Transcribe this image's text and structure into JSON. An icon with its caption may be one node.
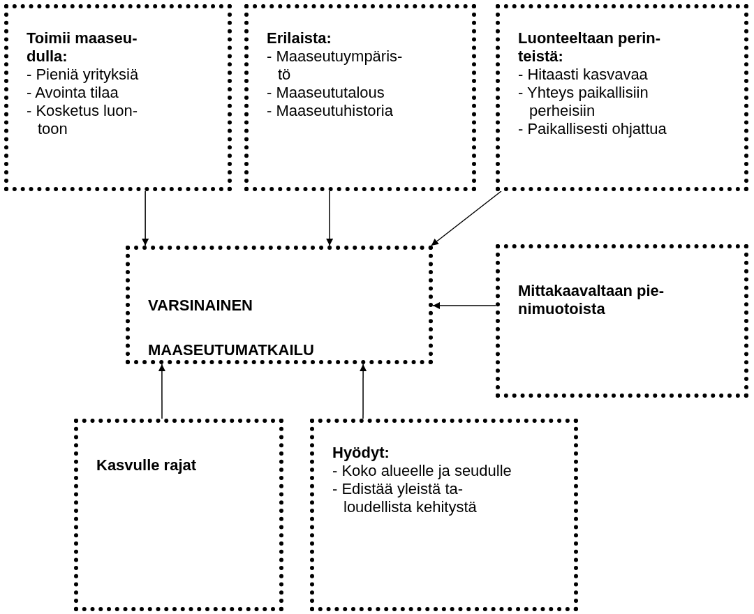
{
  "diagram": {
    "nodes": [
      {
        "text": [
          "Toimii maaseu- dulla:",
          "- Pieniä yrityksiä",
          "- Avointa tilaa",
          "- Kosketus luon- toon"
        ]
      },
      {
        "text": [
          "Erilaista:",
          "- Maaseutuympäris- tö",
          "- Maaseututalous",
          "- Maaseutuhistoria"
        ]
      },
      {
        "text": [
          "Luonteeltaan perin- teistä:",
          "- Hitaasti kasvavaa",
          "- Yhteys paikallisiin perheisiin",
          "- Paikallisesti ohjattua"
        ]
      },
      {
        "text": [
          "VARSINAINEN MAASEUTUMATKAILU"
        ]
      },
      {
        "text": [
          "Mittakaavaltaan pie- nimuotoista"
        ]
      },
      {
        "text": [
          "Kasvulle rajat"
        ]
      },
      {
        "text": [
          "Hyödyt:",
          "- Koko alueelle ja seudulle",
          "- Edistää yleistä ta- loudellista kehitystä"
        ]
      }
    ],
    "edges": [
      {
        "from": 0,
        "to": 3,
        "arrow": "to"
      },
      {
        "from": 1,
        "to": 3,
        "arrow": "to"
      },
      {
        "from": 2,
        "to": 3,
        "arrow": "to"
      },
      {
        "from": 4,
        "to": 3,
        "arrow": "to"
      },
      {
        "from": 5,
        "to": 3,
        "arrow": "to"
      },
      {
        "from": 6,
        "to": 3,
        "arrow": "to"
      }
    ]
  }
}
